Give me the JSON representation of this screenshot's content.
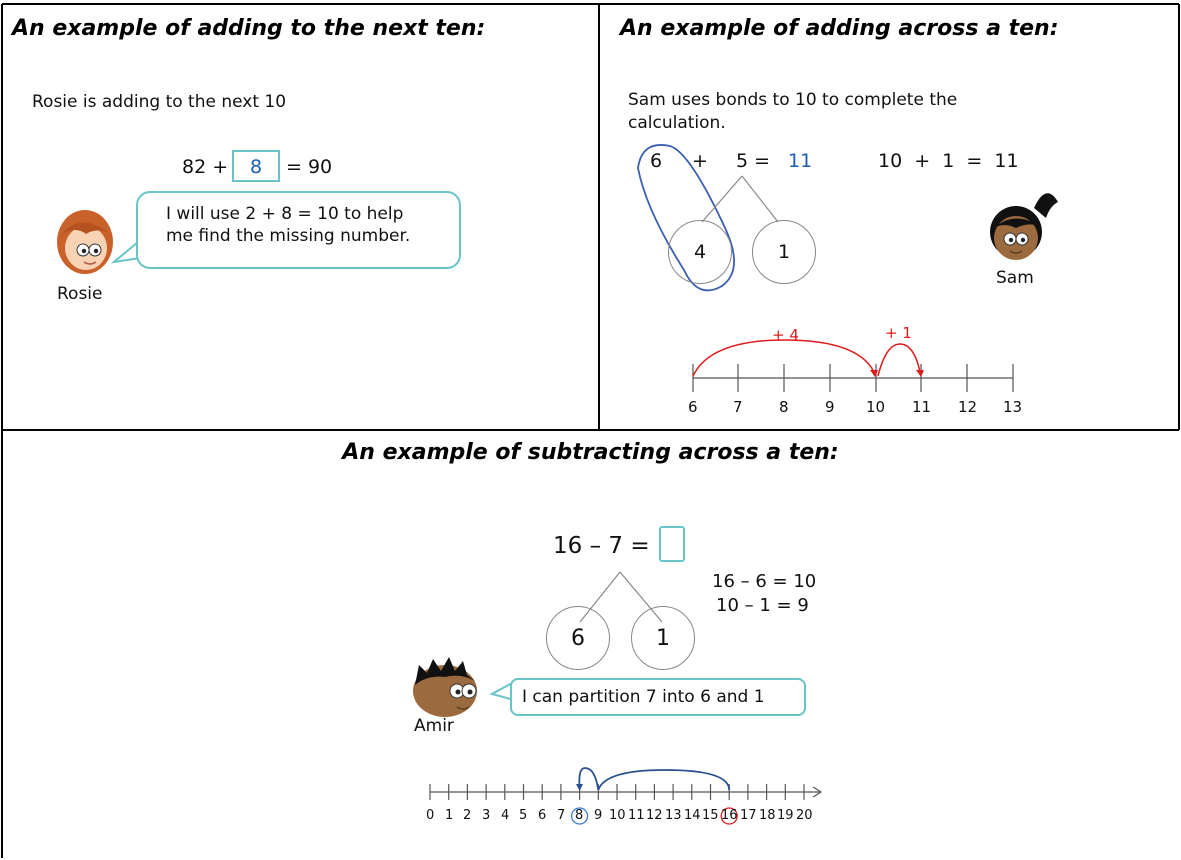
{
  "panel1": {
    "heading": "An example of adding to the next ten:",
    "intro": "Rosie is adding to the next 10",
    "eq_left": "82 +",
    "eq_answer": "8",
    "eq_right": "= 90",
    "bubble_line1": "I will use 2 + 8 = 10 to help",
    "bubble_line2": "me find the missing number.",
    "character": "Rosie"
  },
  "panel2": {
    "heading": "An example of adding across a ten:",
    "intro_line1": "Sam uses bonds to 10 to complete the",
    "intro_line2": "calculation.",
    "eq_a": "6",
    "eq_plus": "+",
    "eq_b": "5 =",
    "eq_answer": "11",
    "eq2": "10  +  1  =  11",
    "part_left": "4",
    "part_right": "1",
    "character": "Sam",
    "jump1": "+ 4",
    "jump2": "+ 1",
    "ticks": [
      "6",
      "7",
      "8",
      "9",
      "10",
      "11",
      "12",
      "13"
    ]
  },
  "panel3": {
    "heading": "An example of subtracting across a ten:",
    "eq": "16 – 7 =",
    "step1": "16 – 6 = 10",
    "step2": "10 – 1 = 9",
    "part_left": "6",
    "part_right": "1",
    "bubble": "I can partition 7 into 6 and 1",
    "character": "Amir",
    "ticks": [
      "0",
      "1",
      "2",
      "3",
      "4",
      "5",
      "6",
      "7",
      "8",
      "9",
      "10",
      "11",
      "12",
      "13",
      "14",
      "15",
      "16",
      "17",
      "18",
      "19",
      "20"
    ]
  }
}
